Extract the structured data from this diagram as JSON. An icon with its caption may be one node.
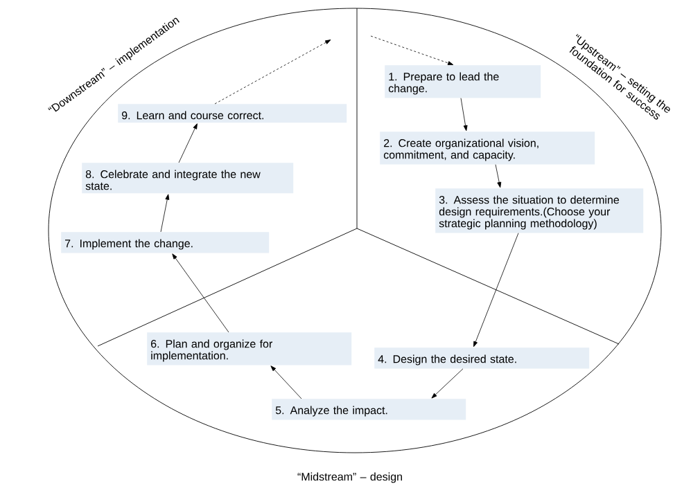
{
  "diagram": {
    "nodes": [
      {
        "text": [
          "1. Prepare to lead the change."
        ]
      },
      {
        "text": [
          "2. Create organizational vision, commitment, and capacity."
        ]
      },
      {
        "text": [
          "3. Assess the situation to determine design requirements.(Choose your strategic planning methodology)"
        ]
      },
      {
        "text": [
          "4. Design the desired state."
        ]
      },
      {
        "text": [
          "5. Analyze the impact."
        ]
      },
      {
        "text": [
          "6. Plan and organize for implementation."
        ]
      },
      {
        "text": [
          "7. Implement the change."
        ]
      },
      {
        "text": [
          "8. Celebrate and integrate the new state."
        ]
      },
      {
        "text": [
          "9. Learn and course correct."
        ]
      }
    ],
    "edges": [
      {
        "from": 0,
        "to": 1,
        "arrow": "to"
      },
      {
        "from": 1,
        "to": 2,
        "arrow": "to"
      },
      {
        "from": 2,
        "to": 3,
        "arrow": "to"
      },
      {
        "from": 3,
        "to": 4,
        "arrow": "to"
      },
      {
        "from": 4,
        "to": 5,
        "arrow": "to"
      },
      {
        "from": 5,
        "to": 6,
        "arrow": "to"
      },
      {
        "from": 6,
        "to": 7,
        "arrow": "to"
      },
      {
        "from": 7,
        "to": 8,
        "arrow": "to"
      },
      {
        "from": 8,
        "to": null,
        "arrow": "to",
        "style": "dashed"
      },
      {
        "from": null,
        "to": 0,
        "arrow": "to",
        "style": "dashed"
      }
    ],
    "labels": [
      "“Downstream” – implementation",
      "“Upstream” – setting the foundation for success",
      "“Midstream” – design"
    ]
  }
}
